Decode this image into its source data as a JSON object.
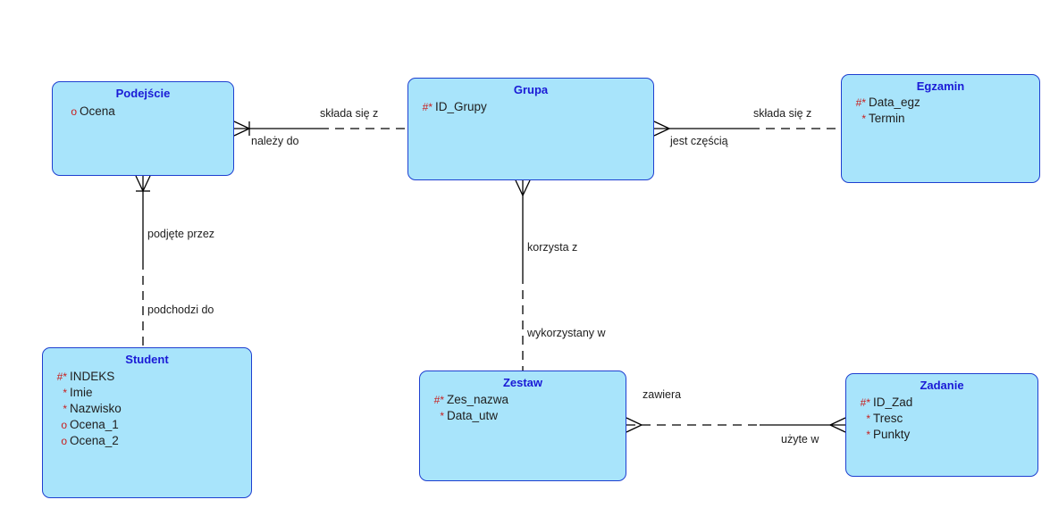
{
  "colors": {
    "entity_fill": "#a8e4fb",
    "entity_border": "#1e3fd0",
    "title": "#1a1ad6",
    "marker": "#c81e1e",
    "line": "#000000"
  },
  "entities": {
    "podejscie": {
      "title": "Podejście",
      "attributes": [
        {
          "marker": "o",
          "name": "Ocena"
        }
      ]
    },
    "grupa": {
      "title": "Grupa",
      "attributes": [
        {
          "marker": "#*",
          "name": "ID_Grupy"
        }
      ]
    },
    "egzamin": {
      "title": "Egzamin",
      "attributes": [
        {
          "marker": "#*",
          "name": "Data_egz"
        },
        {
          "marker": "*",
          "name": "Termin"
        }
      ]
    },
    "student": {
      "title": "Student",
      "attributes": [
        {
          "marker": "#*",
          "name": "INDEKS"
        },
        {
          "marker": "*",
          "name": "Imie"
        },
        {
          "marker": "*",
          "name": "Nazwisko"
        },
        {
          "marker": "o",
          "name": "Ocena_1"
        },
        {
          "marker": "o",
          "name": "Ocena_2"
        }
      ]
    },
    "zestaw": {
      "title": "Zestaw",
      "attributes": [
        {
          "marker": "#*",
          "name": "Zes_nazwa"
        },
        {
          "marker": "*",
          "name": "Data_utw"
        }
      ]
    },
    "zadanie": {
      "title": "Zadanie",
      "attributes": [
        {
          "marker": "#*",
          "name": "ID_Zad"
        },
        {
          "marker": "*",
          "name": "Tresc"
        },
        {
          "marker": "*",
          "name": "Punkty"
        }
      ]
    }
  },
  "relationships": {
    "podejscie_grupa": {
      "label_a": "składa się z",
      "label_b": "należy do"
    },
    "grupa_egzamin": {
      "label_a": "składa się z",
      "label_b": "jest częścią"
    },
    "podejscie_student": {
      "label_a": "podjęte przez",
      "label_b": "podchodzi do"
    },
    "grupa_zestaw": {
      "label_a": "korzysta z",
      "label_b": "wykorzystany w"
    },
    "zestaw_zadanie": {
      "label_a": "zawiera",
      "label_b": "użyte w"
    }
  }
}
